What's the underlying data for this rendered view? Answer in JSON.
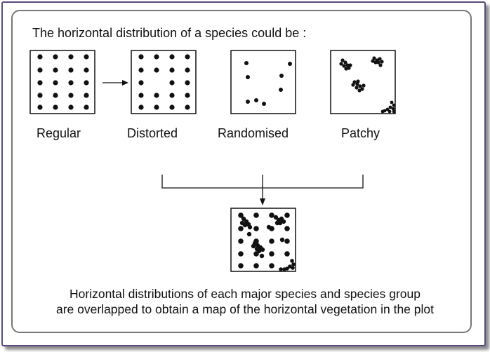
{
  "title": "The horizontal distribution of a species could be :",
  "patterns": {
    "regular": "Regular",
    "distorted": "Distorted",
    "randomised": "Randomised",
    "patchy": "Patchy"
  },
  "caption": {
    "line1": "Horizontal distributions of each major species and species group",
    "line2": "are overlapped to obtain a map of the horizontal vegetation in the plot"
  },
  "colors": {
    "frame": "#5a4a7a",
    "dot": "#111111"
  }
}
